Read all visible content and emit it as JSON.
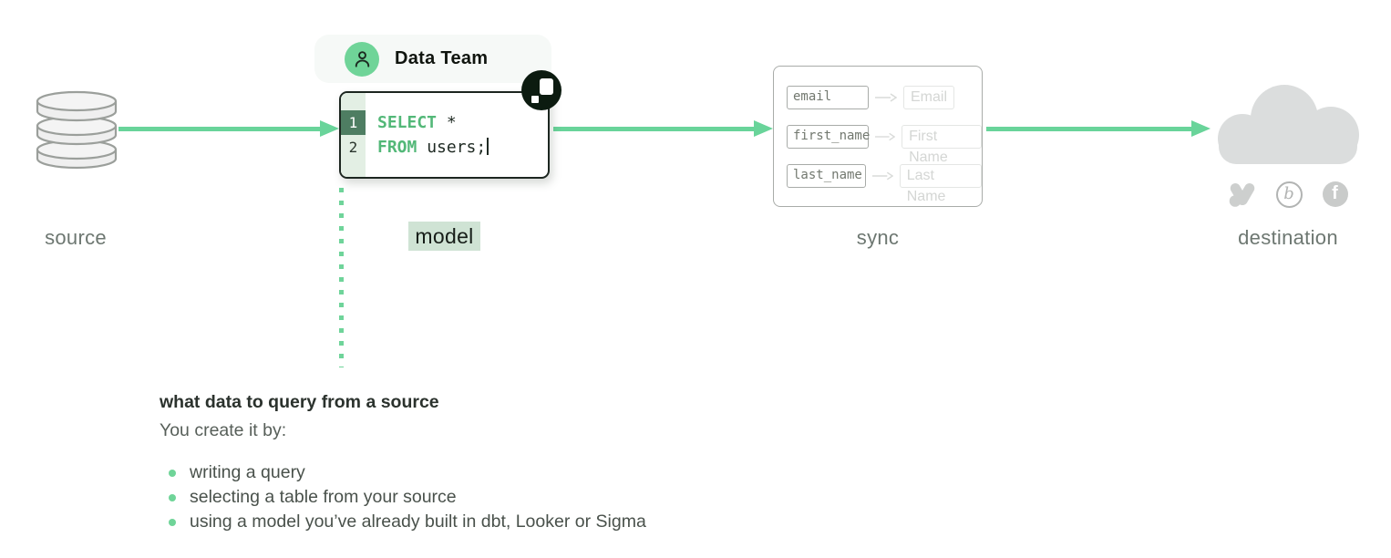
{
  "stages": {
    "source": "source",
    "model": "model",
    "sync": "sync",
    "destination": "destination"
  },
  "badge": {
    "label": "Data Team"
  },
  "code": {
    "lines": [
      {
        "number": "1",
        "keyword": "SELECT",
        "rest": " *"
      },
      {
        "number": "2",
        "keyword": "FROM",
        "rest": " users;"
      }
    ]
  },
  "sync_panel": {
    "mappings": [
      {
        "from": "email",
        "to": "Email"
      },
      {
        "from": "first_name",
        "to": "First Name"
      },
      {
        "from": "last_name",
        "to": "Last Name"
      }
    ]
  },
  "destination_panel": {
    "logos": [
      "google-ads",
      "braze",
      "facebook"
    ],
    "braze_glyph": "b",
    "facebook_glyph": "f"
  },
  "notes": {
    "heading": "what data to query from a source",
    "subheading": "You create it by:",
    "bullets": [
      "writing a query",
      "selecting a table from your source",
      "using a model you’ve already built in dbt, Looker or Sigma"
    ]
  },
  "colors": {
    "accent_green": "#69d49a",
    "dark_green": "#4e7d62",
    "code_keyword_green": "#53b878",
    "gutter_green": "#e3efe4",
    "model_highlight": "#cfe3d4",
    "label_gray": "#6d7771",
    "cloud_gray": "#dbdddd",
    "hightouch_black": "#0c1b10"
  }
}
